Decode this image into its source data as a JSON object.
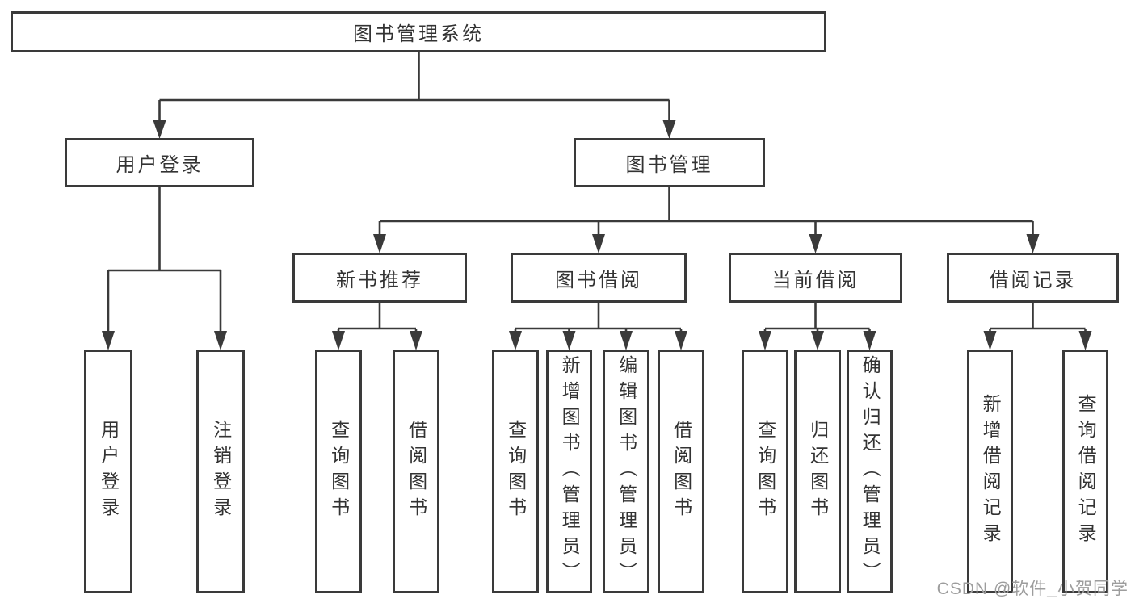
{
  "colors": {
    "line": "#3a3a3a",
    "box_border": "#3a3a3a",
    "text": "#333333",
    "background": "#ffffff",
    "watermark": "#9d9d9d"
  },
  "diagram": {
    "root": {
      "label": "图书管理系统"
    },
    "branches": [
      {
        "label": "用户登录"
      },
      {
        "label": "图书管理"
      }
    ],
    "groups": [
      {
        "label": "新书推荐"
      },
      {
        "label": "图书借阅"
      },
      {
        "label": "当前借阅"
      },
      {
        "label": "借阅记录"
      }
    ],
    "leaves": [
      {
        "label": "用户登录"
      },
      {
        "label": "注销登录"
      },
      {
        "label": "查询图书"
      },
      {
        "label": "借阅图书"
      },
      {
        "label": "查询图书"
      },
      {
        "label": "新增图书（管理员）"
      },
      {
        "label": "编辑图书（管理员）"
      },
      {
        "label": "借阅图书"
      },
      {
        "label": "查询图书"
      },
      {
        "label": "归还图书"
      },
      {
        "label": "确认归还（管理员）"
      },
      {
        "label": "新增借阅记录"
      },
      {
        "label": "查询借阅记录"
      }
    ]
  },
  "watermark": {
    "text": "CSDN @软件_小贺同学"
  }
}
